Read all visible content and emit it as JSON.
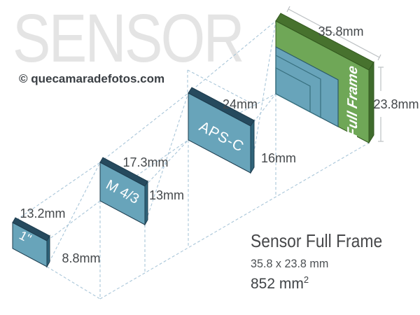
{
  "header": {
    "watermark_title": "SENSOR",
    "credit": "© quecamaradefotos.com"
  },
  "sensors": [
    {
      "name": "1\"",
      "width_label": "13.2mm",
      "height_label": "8.8mm",
      "width_mm": 13.2,
      "height_mm": 8.8
    },
    {
      "name": "M 4/3",
      "width_label": "17.3mm",
      "height_label": "13mm",
      "width_mm": 17.3,
      "height_mm": 13
    },
    {
      "name": "APS-C",
      "width_label": "24mm",
      "height_label": "16mm",
      "width_mm": 24,
      "height_mm": 16
    },
    {
      "name": "Full Frame",
      "width_label": "35.8mm",
      "height_label": "23.8mm",
      "width_mm": 35.8,
      "height_mm": 23.8
    }
  ],
  "info_panel": {
    "title": "Sensor Full Frame",
    "dimensions": "35.8 x 23.8 mm",
    "area_base": "852 mm",
    "area_exp": "2"
  },
  "colors": {
    "sensor_front": "#68a4ba",
    "sensor_top": "#264a5e",
    "sensor_side": "#2f6379",
    "fullframe_front": "#6fa757",
    "fullframe_top": "#47722e",
    "fullframe_side": "#3f6b2c",
    "guide_dash": "#a9c6d9",
    "dimension_line": "#bcc0c3",
    "label_text": "#44484b",
    "watermark": "#e4e4e4"
  }
}
